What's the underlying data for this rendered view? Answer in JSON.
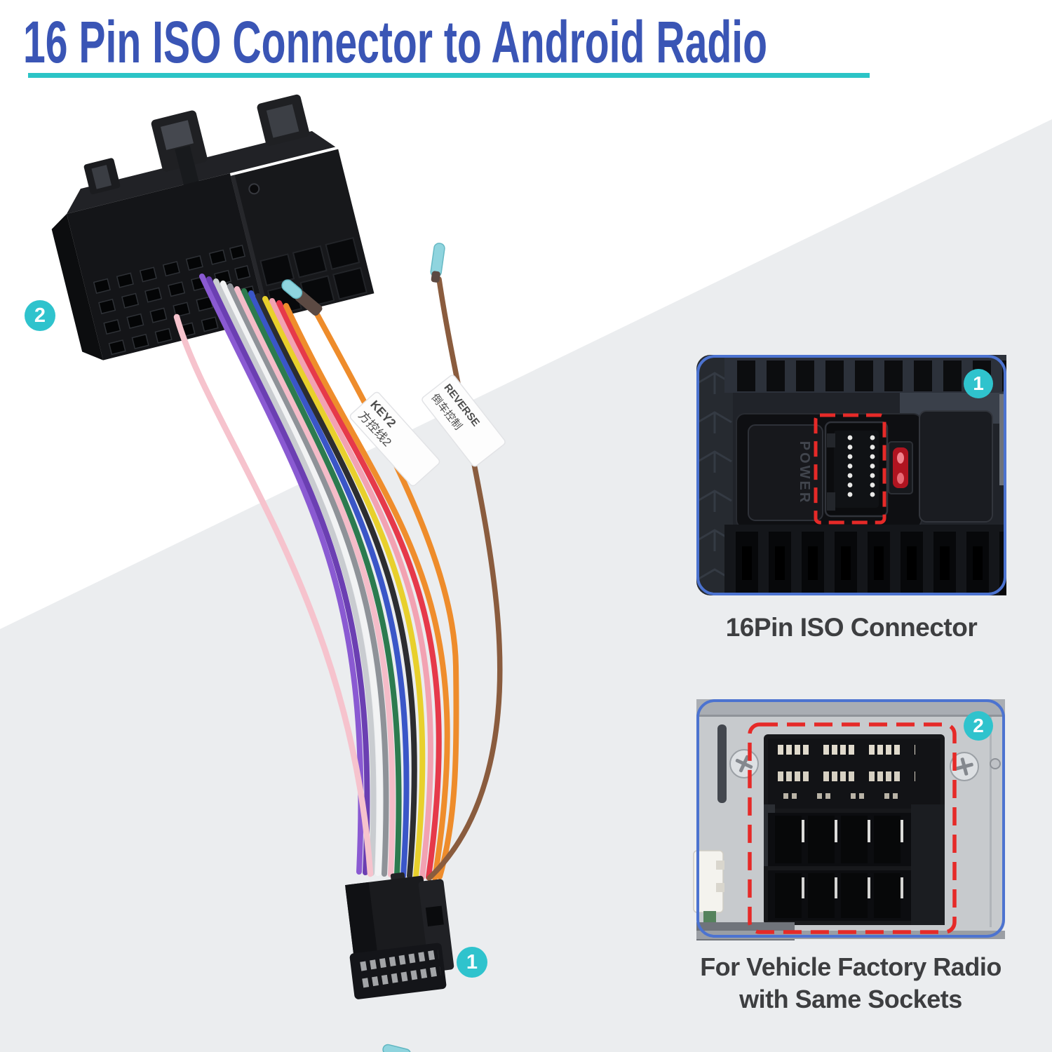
{
  "title": {
    "text": "16 Pin ISO Connector to Android Radio",
    "color": "#3a55b5",
    "underline_color": "#2cc4c6"
  },
  "background": {
    "page": "#ffffff",
    "diagonal_band": "#ebedef"
  },
  "badges": {
    "color": "#2fc3cd",
    "harness_iso_end": "2",
    "harness_16pin_end": "1",
    "inset_iso": "1",
    "inset_factory": "2"
  },
  "wire_flags": {
    "key2": {
      "line1": "KEY2",
      "line2": "方控线2"
    },
    "reverse": {
      "line1": "REVERSE",
      "line2": "倒车控制"
    }
  },
  "insets": {
    "iso": {
      "caption": "16Pin ISO Connector",
      "badge": "1",
      "embossed_label": "POWER",
      "border_color": "#4c73d0",
      "highlight_color": "#e62a28"
    },
    "factory": {
      "caption_line1": "For Vehicle Factory Radio",
      "caption_line2": "with Same Sockets",
      "badge": "2",
      "border_color": "#4c73d0",
      "highlight_color": "#e62a28"
    }
  },
  "wires": {
    "colors": [
      "#8a5ad2",
      "#6b3fb2",
      "#c9ccd0",
      "#f2f3f4",
      "#8e9298",
      "#f5bcc8",
      "#2c7b4f",
      "#3a56c8",
      "#2c2d30",
      "#e8d02c",
      "#f2a2b2",
      "#e6394a",
      "#ef8d2c"
    ],
    "pink": "#f6c3cd",
    "key2_orange": "#ee8c2b",
    "reverse_brown": "#8a5c3e",
    "tip_tape": "#8fd4de",
    "tip_sleeve": "#5c4a43"
  }
}
